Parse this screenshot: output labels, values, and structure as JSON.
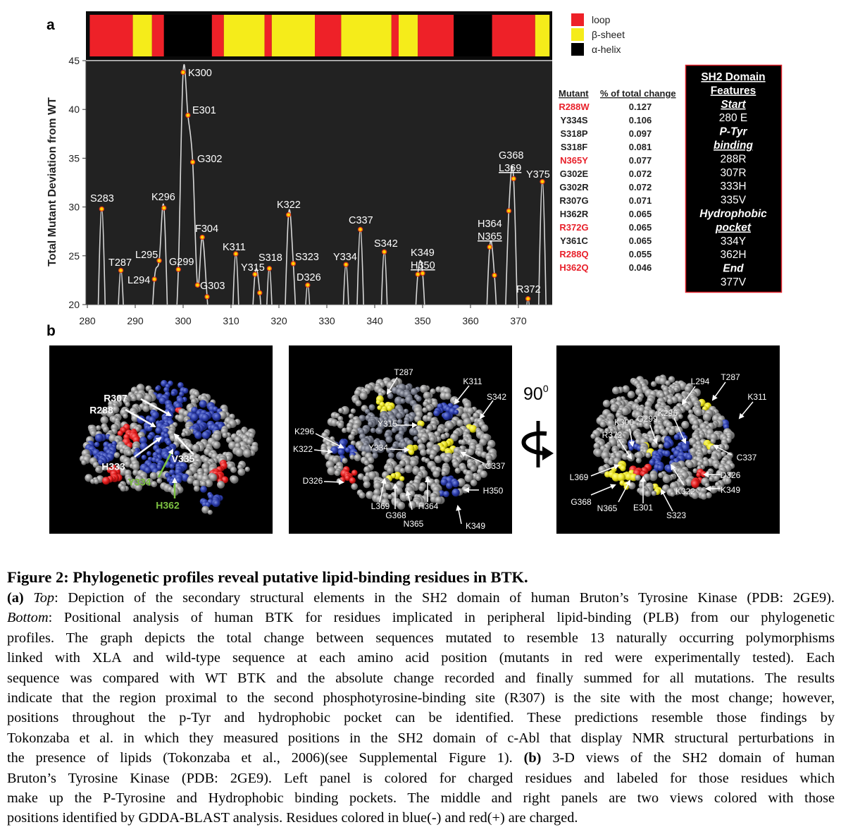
{
  "panel_labels": {
    "a": "a",
    "b": "b"
  },
  "legend": {
    "items": [
      {
        "label": "loop",
        "color": "#ee2128"
      },
      {
        "label": "β-sheet",
        "color": "#f5ec1a"
      },
      {
        "label": "α-helix",
        "color": "#000000"
      }
    ]
  },
  "secondary_structure": {
    "segments": [
      {
        "start": 280.5,
        "end": 289.5,
        "type": "loop"
      },
      {
        "start": 289.5,
        "end": 293.5,
        "type": "sheet"
      },
      {
        "start": 293.5,
        "end": 296,
        "type": "loop"
      },
      {
        "start": 296,
        "end": 306,
        "type": "helix"
      },
      {
        "start": 306,
        "end": 308.5,
        "type": "loop"
      },
      {
        "start": 308.5,
        "end": 317,
        "type": "sheet"
      },
      {
        "start": 317,
        "end": 318.5,
        "type": "loop"
      },
      {
        "start": 318.5,
        "end": 327.5,
        "type": "sheet"
      },
      {
        "start": 327.5,
        "end": 333,
        "type": "loop"
      },
      {
        "start": 333,
        "end": 343.5,
        "type": "sheet"
      },
      {
        "start": 343.5,
        "end": 345,
        "type": "loop"
      },
      {
        "start": 345,
        "end": 349,
        "type": "sheet"
      },
      {
        "start": 349,
        "end": 356.5,
        "type": "loop"
      },
      {
        "start": 356.5,
        "end": 364.5,
        "type": "helix"
      },
      {
        "start": 364.5,
        "end": 373.5,
        "type": "loop"
      },
      {
        "start": 373.5,
        "end": 376.5,
        "type": "sheet"
      }
    ]
  },
  "chart_data": {
    "type": "line",
    "title": "",
    "xlabel": "",
    "ylabel": "Total Mutant Deviation from WT",
    "xlim": [
      280,
      377
    ],
    "ylim": [
      20,
      45
    ],
    "xticks": [
      280,
      290,
      300,
      310,
      320,
      330,
      340,
      350,
      360,
      370
    ],
    "yticks": [
      20,
      25,
      30,
      35,
      40,
      45
    ],
    "grid": false,
    "points": [
      {
        "res": 283,
        "value": 29.8,
        "label": "S283"
      },
      {
        "res": 287,
        "value": 23.5,
        "label": "T287"
      },
      {
        "res": 294,
        "value": 22.6,
        "label": "L294"
      },
      {
        "res": 295,
        "value": 24.5,
        "label": "L295"
      },
      {
        "res": 296,
        "value": 29.9,
        "label": "K296"
      },
      {
        "res": 299,
        "value": 23.6,
        "label": "G299"
      },
      {
        "res": 300,
        "value": 43.8,
        "label": "K300"
      },
      {
        "res": 301,
        "value": 39.4,
        "label": "E301"
      },
      {
        "res": 302,
        "value": 34.6,
        "label": "G302"
      },
      {
        "res": 303,
        "value": 22.0,
        "label": "G303"
      },
      {
        "res": 304,
        "value": 26.9,
        "label": "F304"
      },
      {
        "res": 305,
        "value": 20.8,
        "label": ""
      },
      {
        "res": 311,
        "value": 25.2,
        "label": "K311"
      },
      {
        "res": 315,
        "value": 23.1,
        "label": "Y315"
      },
      {
        "res": 316,
        "value": 21.2,
        "label": ""
      },
      {
        "res": 318,
        "value": 23.7,
        "label": "S318"
      },
      {
        "res": 322,
        "value": 29.2,
        "label": "K322"
      },
      {
        "res": 323,
        "value": 24.2,
        "label": "S323"
      },
      {
        "res": 326,
        "value": 22.0,
        "label": "D326"
      },
      {
        "res": 334,
        "value": 24.1,
        "label": "Y334"
      },
      {
        "res": 337,
        "value": 27.7,
        "label": "C337"
      },
      {
        "res": 342,
        "value": 25.4,
        "label": "S342"
      },
      {
        "res": 349,
        "value": 23.1,
        "label": "K349"
      },
      {
        "res": 350,
        "value": 23.2,
        "label": "H350",
        "underline": true
      },
      {
        "res": 364,
        "value": 25.9,
        "label": "H364"
      },
      {
        "res": 365,
        "value": 23.0,
        "label": "N365",
        "underline": true
      },
      {
        "res": 368,
        "value": 29.6,
        "label": "G368"
      },
      {
        "res": 369,
        "value": 32.9,
        "label": "L369",
        "underline": true
      },
      {
        "res": 372,
        "value": 20.6,
        "label": "R372"
      },
      {
        "res": 375,
        "value": 32.6,
        "label": "Y375"
      }
    ]
  },
  "mutant_table": {
    "headers": [
      "Mutant",
      "% of total change"
    ],
    "rows": [
      {
        "mutant": "R288W",
        "value": "0.127",
        "tested": true
      },
      {
        "mutant": "Y334S",
        "value": "0.106",
        "tested": false
      },
      {
        "mutant": "S318P",
        "value": "0.097",
        "tested": false
      },
      {
        "mutant": "S318F",
        "value": "0.081",
        "tested": false
      },
      {
        "mutant": "N365Y",
        "value": "0.077",
        "tested": true
      },
      {
        "mutant": "G302E",
        "value": "0.072",
        "tested": false
      },
      {
        "mutant": "G302R",
        "value": "0.072",
        "tested": false
      },
      {
        "mutant": "R307G",
        "value": "0.071",
        "tested": false
      },
      {
        "mutant": "H362R",
        "value": "0.065",
        "tested": false
      },
      {
        "mutant": "R372G",
        "value": "0.065",
        "tested": true
      },
      {
        "mutant": "Y361C",
        "value": "0.065",
        "tested": false
      },
      {
        "mutant": "R288Q",
        "value": "0.055",
        "tested": true
      },
      {
        "mutant": "H362Q",
        "value": "0.046",
        "tested": true
      }
    ],
    "tested_color": "#e8202a"
  },
  "sh2_features": {
    "lines": [
      "SH2 Domain",
      "Features",
      "Start",
      "280 E",
      "P-Tyr",
      "binding",
      "288R",
      "307R",
      "333H",
      "335V",
      "Hydrophobic",
      "pocket",
      "334Y",
      "362H",
      "End",
      "377V"
    ]
  },
  "structure_panels": {
    "left": {
      "labels": [
        "R307",
        "R288",
        "H333",
        "V335",
        "Y334",
        "H362"
      ]
    },
    "middle": {
      "labels": [
        "T287",
        "K311",
        "S342",
        "Y315",
        "K296",
        "K322",
        "Y334",
        "C337",
        "D326",
        "H350",
        "K349",
        "L369",
        "G368",
        "N365",
        "H364"
      ]
    },
    "right": {
      "labels": [
        "L294",
        "T287",
        "K311",
        "K300",
        "G299",
        "K296",
        "R372",
        "C337",
        "D326",
        "K349",
        "K322",
        "L369",
        "G368",
        "N365",
        "E301",
        "S323"
      ]
    },
    "rotation": {
      "angle": "90",
      "unit": "0"
    },
    "highlight_color": "#7dc242"
  },
  "caption": {
    "title": "Figure 2: Phylogenetic profiles reveal putative lipid-binding residues in BTK.",
    "lines": [
      [
        {
          "t": "(a)",
          "s": "b"
        },
        {
          "t": " ",
          "s": ""
        },
        {
          "t": "Top",
          "s": "i"
        },
        {
          "t": ": Depiction of the secondary structural elements in the SH2 domain of human Bruton’s Tyrosine Kinase (PDB: 2GE9).",
          "s": ""
        }
      ],
      [
        {
          "t": "Bottom",
          "s": "i"
        },
        {
          "t": ": Positional analysis of human BTK for residues implicated in peripheral lipid-binding (PLB) from our phylogenetic",
          "s": ""
        }
      ],
      [
        {
          "t": "profiles.  The graph depicts the total change between sequences mutated to resemble 13 naturally occurring polymorphisms",
          "s": ""
        }
      ],
      [
        {
          "t": "linked with XLA and wild-type sequence at each amino acid position (mutants in red were experimentally tested).  Each",
          "s": ""
        }
      ],
      [
        {
          "t": "sequence was compared with WT BTK and the absolute change recorded and finally summed for all mutations.  The results",
          "s": ""
        }
      ],
      [
        {
          "t": "indicate that the region proximal to the second phosphotyrosine-binding site (R307) is the site with the most change; however,",
          "s": ""
        }
      ],
      [
        {
          "t": "positions throughout the p-Tyr and hydrophobic pocket can be identified.  These predictions resemble those findings by",
          "s": ""
        }
      ],
      [
        {
          "t": "Tokonzaba et al. in which they measured positions in the SH2 domain of c-Abl that display NMR structural perturbations in",
          "s": ""
        }
      ],
      [
        {
          "t": "the presence of lipids (Tokonzaba et al., 2006)(see Supplemental Figure 1).  ",
          "s": ""
        },
        {
          "t": "(b)",
          "s": "b"
        },
        {
          "t": " 3-D views of the SH2 domain of human",
          "s": ""
        }
      ],
      [
        {
          "t": "Bruton’s Tyrosine Kinase (PDB: 2GE9).  Left panel is colored for charged residues and labeled for those residues which",
          "s": ""
        }
      ],
      [
        {
          "t": "make up the P-Tyrosine and Hydrophobic binding pockets.  The middle and right panels are two views colored with those",
          "s": ""
        }
      ],
      [
        {
          "t": "positions identified by GDDA-BLAST analysis.  Residues colored in blue(-) and red(+) are charged.",
          "s": ""
        }
      ]
    ]
  }
}
